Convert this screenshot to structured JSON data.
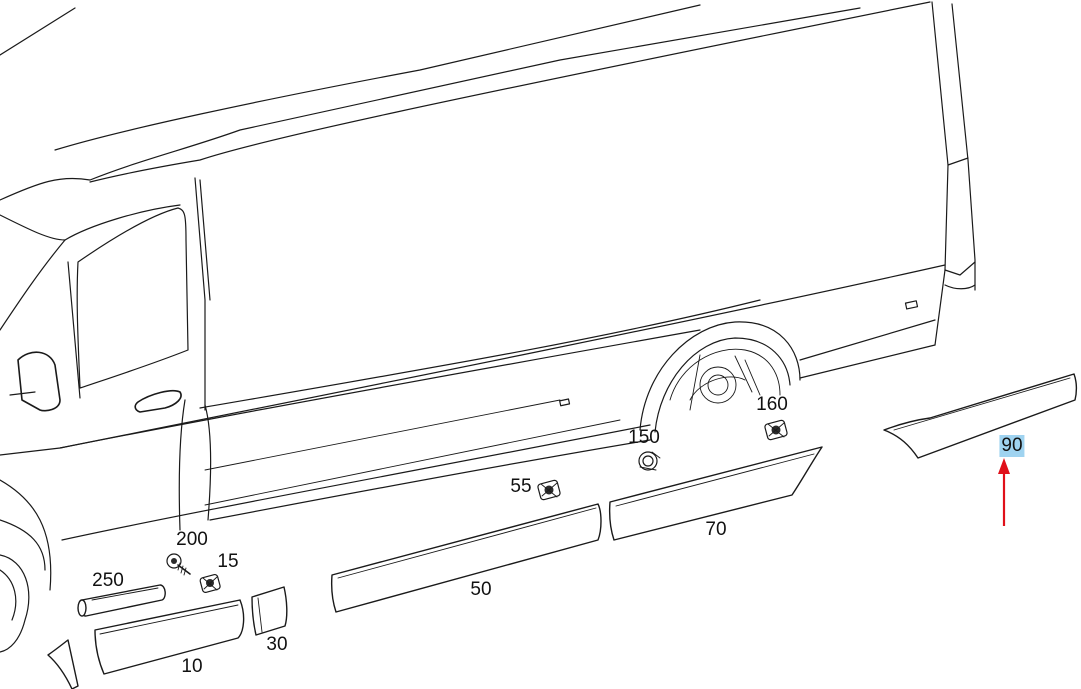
{
  "diagram": {
    "callouts": [
      {
        "id": "part-10",
        "label": "10"
      },
      {
        "id": "part-15",
        "label": "15"
      },
      {
        "id": "part-30",
        "label": "30"
      },
      {
        "id": "part-50",
        "label": "50"
      },
      {
        "id": "part-55",
        "label": "55"
      },
      {
        "id": "part-70",
        "label": "70"
      },
      {
        "id": "part-90",
        "label": "90",
        "highlighted": true
      },
      {
        "id": "part-150",
        "label": "150"
      },
      {
        "id": "part-160",
        "label": "160"
      },
      {
        "id": "part-200",
        "label": "200"
      },
      {
        "id": "part-250",
        "label": "250"
      }
    ],
    "highlight": {
      "callout": "90",
      "highlight_color": "#9fd3f0",
      "arrow_color": "#e0101a"
    },
    "line_color": "#1a1a1a"
  }
}
